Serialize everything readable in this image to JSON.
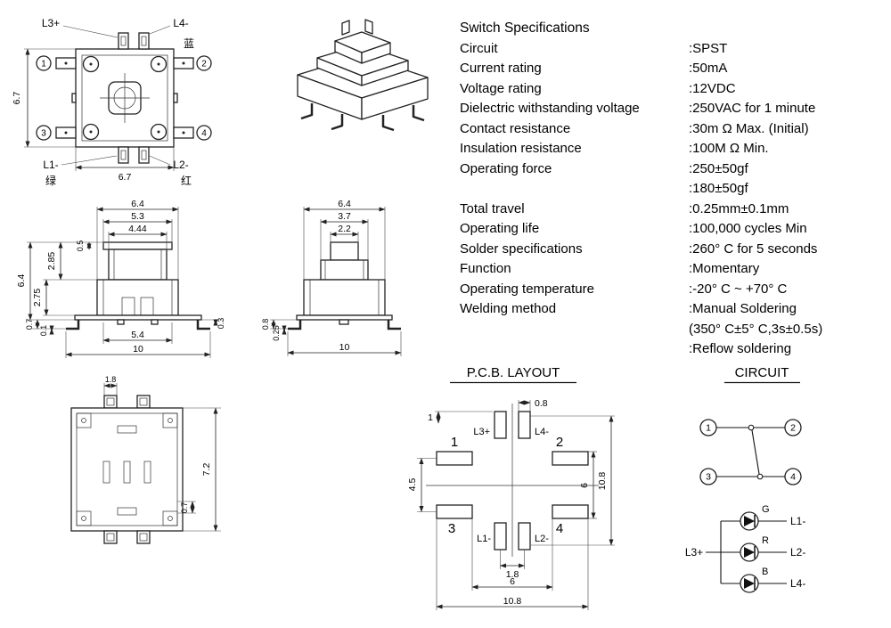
{
  "specs": {
    "title": "Switch Specifications",
    "rows": [
      {
        "label": "Circuit",
        "value": ":SPST"
      },
      {
        "label": "Current rating",
        "value": ":50mA"
      },
      {
        "label": "Voltage rating",
        "value": ":12VDC"
      },
      {
        "label": "Dielectric withstanding voltage",
        "value": ":250VAC for 1 minute"
      },
      {
        "label": "Contact resistance",
        "value": ":30m Ω  Max. (Initial)"
      },
      {
        "label": "Insulation resistance",
        "value": ":100M Ω  Min."
      },
      {
        "label": "Operating force",
        "value": ":250±50gf"
      },
      {
        "label": "",
        "value": ":180±50gf"
      },
      {
        "label": "Total travel",
        "value": ":0.25mm±0.1mm"
      },
      {
        "label": "Operating life",
        "value": ":100,000 cycles Min"
      },
      {
        "label": "Solder specifications",
        "value": ":260° C for 5 seconds"
      },
      {
        "label": "Function",
        "value": ":Momentary"
      },
      {
        "label": "Operating temperature",
        "value": ":-20° C ~ +70° C"
      },
      {
        "label": "Welding method",
        "value": ":Manual Soldering"
      },
      {
        "label": "",
        "value": "(350° C±5° C,3s±0.5s)"
      },
      {
        "label": "",
        "value": ":Reflow soldering"
      }
    ]
  },
  "top_view": {
    "labels": {
      "l3": "L3+",
      "l4": "L4-",
      "l4_cn": "蓝",
      "l1": "L1-",
      "l1_cn": "绿",
      "l2": "L2-",
      "l2_cn": "红"
    },
    "pins": {
      "p1": "1",
      "p2": "2",
      "p3": "3",
      "p4": "4"
    },
    "dims": {
      "h": "6.7",
      "w": "6.7"
    }
  },
  "front_view": {
    "dims": {
      "top_w": "6.4",
      "cap_w": "5.3",
      "stem_w": "4.44",
      "cap_h": "0.5",
      "upper_h": "2.85",
      "body_h": "2.75",
      "total_h": "6.4",
      "foot_h": "0.7",
      "foot_t": "0.1",
      "seat_w": "5.4",
      "total_w": "10",
      "tab_h": "0.3"
    }
  },
  "side_view": {
    "dims": {
      "top_w": "6.4",
      "cap_w": "3.7",
      "knob_w": "2.2",
      "foot_h": "0.8",
      "foot_t": "0.25",
      "total_w": "10"
    }
  },
  "bottom_view": {
    "dims": {
      "lead_w": "1.8",
      "slot_w": "0.7",
      "total_h": "7.2"
    }
  },
  "pcb": {
    "title": "P.C.B. LAYOUT",
    "pads": {
      "p1": "1",
      "p2": "2",
      "p3": "3",
      "p4": "4"
    },
    "labels": {
      "l3": "L3+",
      "l4": "L4-",
      "l1": "L1-",
      "l2": "L2-"
    },
    "dims": {
      "pad_w": "0.8",
      "edge_off": "1",
      "row_pitch": "4.5",
      "span_v": "6",
      "total_v": "10.8",
      "pad_gap": "1.8",
      "span_h": "6",
      "total_h": "10.8"
    }
  },
  "circuit": {
    "title": "CIRCUIT",
    "pins": {
      "p1": "1",
      "p2": "2",
      "p3": "3",
      "p4": "4"
    },
    "anode": "L3+",
    "leds": [
      {
        "color": "G",
        "pin": "L1-"
      },
      {
        "color": "R",
        "pin": "L2-"
      },
      {
        "color": "B",
        "pin": "L4-"
      }
    ]
  }
}
